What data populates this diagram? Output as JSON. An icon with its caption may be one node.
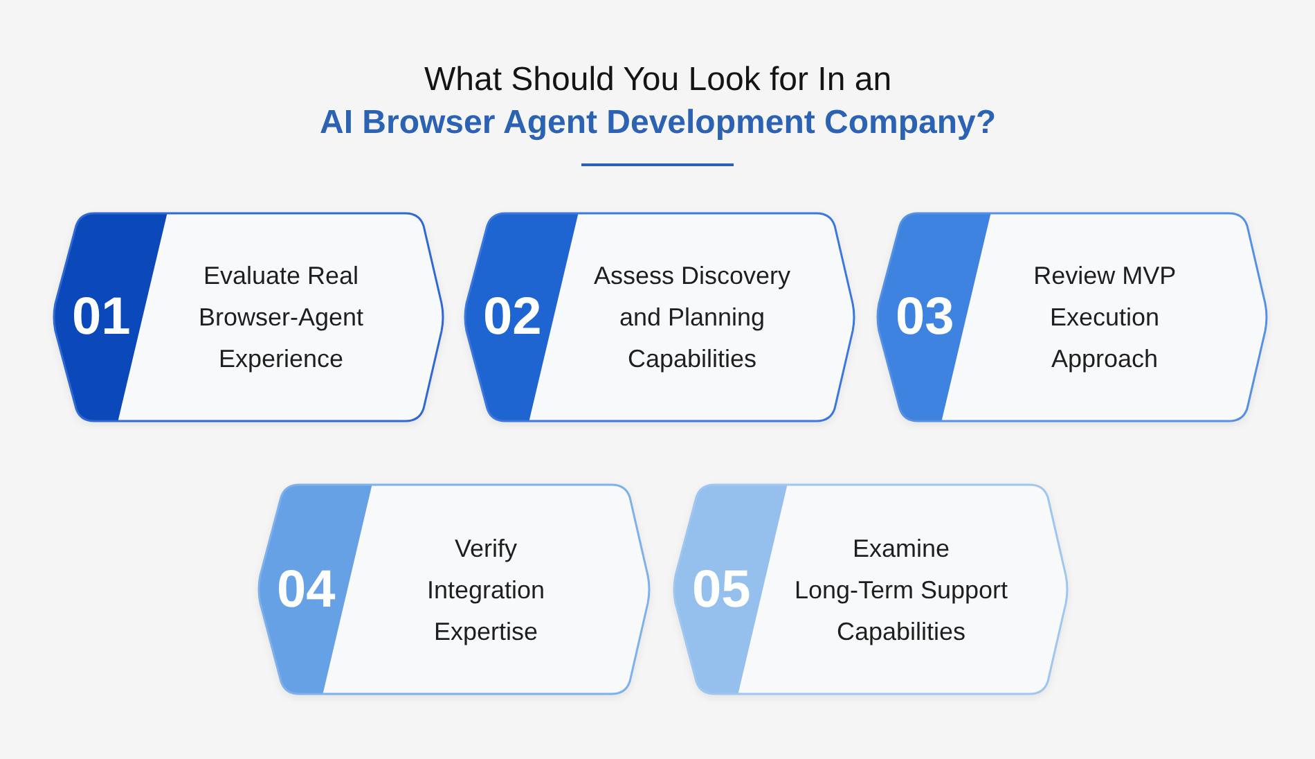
{
  "diagram": {
    "title": "What Should You Look for In an AI Browser Agent Development Company?",
    "nodes": [
      {
        "text": [
          "01",
          "Evaluate Real Browser-Agent Experience"
        ]
      },
      {
        "text": [
          "02",
          "Assess Discovery and Planning Capabilities"
        ]
      },
      {
        "text": [
          "03",
          "Review MVP Execution Approach"
        ]
      },
      {
        "text": [
          "04",
          "Verify Integration Expertise"
        ]
      },
      {
        "text": [
          "05",
          "Examine Long-Term Support Capabilities"
        ]
      }
    ]
  }
}
